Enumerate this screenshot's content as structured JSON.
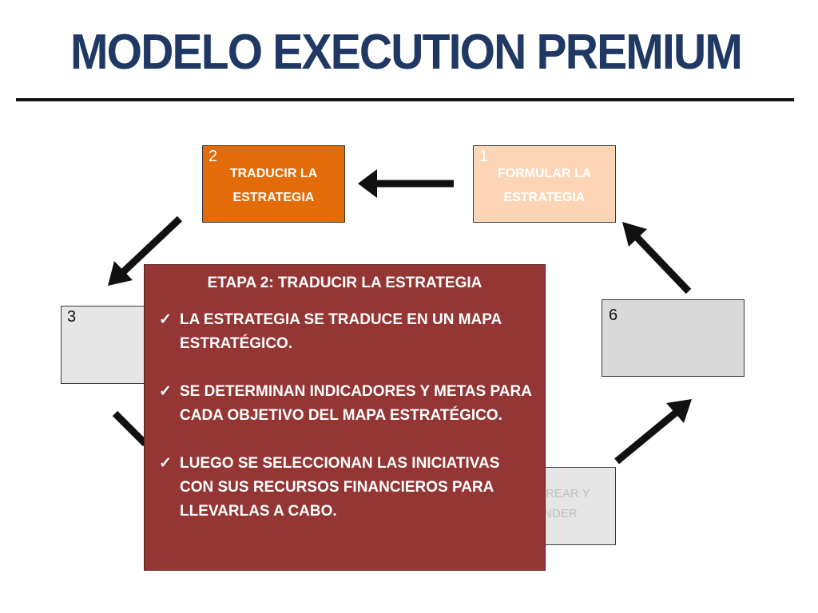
{
  "title": "MODELO EXECUTION PREMIUM",
  "stages": {
    "s1": {
      "number": "1",
      "label_line1": "FORMULAR LA",
      "label_line2": "ESTRATEGIA"
    },
    "s2": {
      "number": "2",
      "label_line1": "TRADUCIR LA",
      "label_line2": "ESTRATEGIA"
    },
    "s3": {
      "number": "3"
    },
    "s5": {
      "label_line1": "MONITOREAR Y",
      "label_line2": "APRENDER"
    },
    "s6": {
      "number": "6"
    }
  },
  "popup": {
    "title": "ETAPA 2:  TRADUCIR LA ESTRATEGIA",
    "bullets": [
      "LA ESTRATEGIA SE TRADUCE EN UN MAPA ESTRATÉGICO.",
      "SE DETERMINAN INDICADORES Y METAS PARA CADA OBJETIVO DEL MAPA ESTRATÉGICO.",
      "LUEGO SE SELECCIONAN LAS INICIATIVAS CON SUS RECURSOS FINANCIEROS PARA LLEVARLAS A CABO."
    ],
    "check_icon": "checkmark-icon"
  },
  "colors": {
    "title": "#1f3864",
    "stage1_fill": "#fbd5b5",
    "stage2_fill": "#e36c09",
    "stage_grey": "#d9d9d9",
    "popup_fill": "#943634"
  }
}
